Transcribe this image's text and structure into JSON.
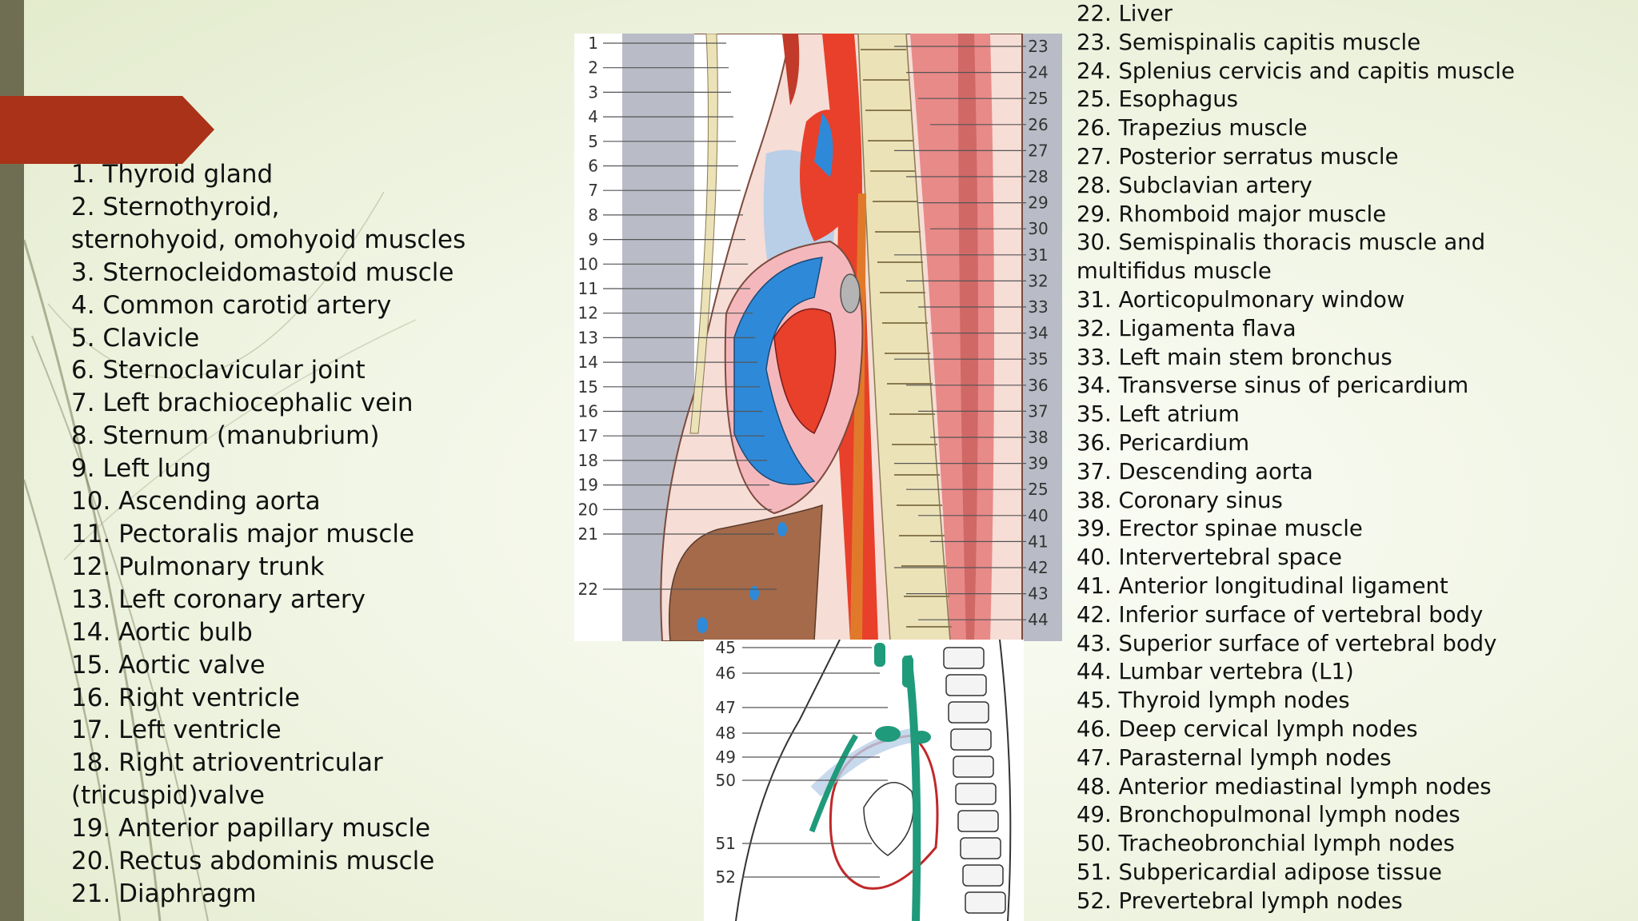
{
  "colors": {
    "ribbon": "#a93218",
    "side_bar": "#6f6e52",
    "artery": "#e8402a",
    "vein": "#2e8ad8",
    "lymph": "#1f9a7a",
    "bone": "#ece2b8",
    "liver": "#a46a4a"
  },
  "legend_left": [
    "1. Thyroid gland",
    "2. Sternothyroid,",
    "sternohyoid, omohyoid muscles",
    "3. Sternocleidomastoid muscle",
    "4. Common carotid artery",
    "5. Clavicle",
    "6. Sternoclavicular joint",
    "7. Left brachiocephalic vein",
    "8. Sternum (manubrium)",
    "9. Left lung",
    "10. Ascending aorta",
    "11. Pectoralis major muscle",
    "12. Pulmonary trunk",
    "13. Left coronary artery",
    "14. Aortic bulb",
    "15. Aortic valve",
    "16. Right ventricle",
    "17. Left ventricle",
    "18. Right atrioventricular",
    "(tricuspid)valve",
    "19. Anterior papillary muscle",
    "20. Rectus abdominis muscle",
    "21. Diaphragm"
  ],
  "legend_right": [
    "22. Liver",
    "23. Semispinalis capitis muscle",
    "24. Splenius cervicis and capitis muscle",
    "25. Esophagus",
    "26. Trapezius muscle",
    "27. Posterior serratus muscle",
    "28. Subclavian artery",
    "29. Rhomboid major muscle",
    "30. Semispinalis thoracis muscle and",
    "multifidus muscle",
    "31. Aorticopulmonary window",
    "32. Ligamenta flava",
    "33. Left main stem bronchus",
    "34. Transverse sinus of pericardium",
    "35. Left atrium",
    "36. Pericardium",
    "37. Descending aorta",
    "38. Coronary sinus",
    "39. Erector spinae muscle",
    "40. Intervertebral space",
    "41. Anterior longitudinal ligament",
    "42. Inferior surface of vertebral body",
    "43. Superior surface of vertebral body",
    "44. Lumbar vertebra (L1)",
    "45. Thyroid lymph nodes",
    "46. Deep cervical lymph nodes",
    "47. Parasternal lymph nodes",
    "48. Anterior mediastinal lymph nodes",
    "49. Bronchopulmonal lymph nodes",
    "50. Tracheobronchial lymph nodes",
    "51. Subpericardial adipose tissue",
    "52. Prevertebral lymph nodes"
  ],
  "figure_labels_left": [
    "1",
    "2",
    "3",
    "4",
    "5",
    "6",
    "7",
    "8",
    "9",
    "10",
    "11",
    "12",
    "13",
    "14",
    "15",
    "16",
    "17",
    "18",
    "19",
    "20",
    "21",
    "22"
  ],
  "figure_labels_right": [
    "23",
    "24",
    "25",
    "26",
    "27",
    "28",
    "29",
    "30",
    "31",
    "32",
    "33",
    "34",
    "35",
    "36",
    "37",
    "38",
    "39",
    "25",
    "40",
    "41",
    "42",
    "43",
    "44"
  ],
  "figure2_labels": [
    "45",
    "46",
    "47",
    "48",
    "49",
    "50",
    "51",
    "52"
  ]
}
